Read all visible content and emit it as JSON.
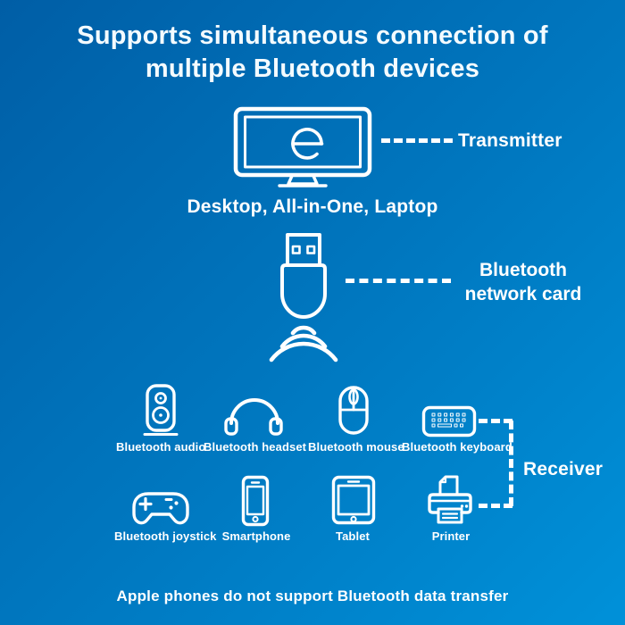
{
  "colors": {
    "bg_gradient_start": "#005EA6",
    "bg_gradient_mid": "#0077BF",
    "bg_gradient_end": "#0091D9",
    "foreground": "#FFFFFF"
  },
  "title": {
    "line1": "Supports simultaneous connection of",
    "line2": "multiple Bluetooth devices"
  },
  "transmitter": {
    "label": "Transmitter",
    "device_caption": "Desktop, All-in-One, Laptop",
    "icon": "monitor-with-e-logo-icon"
  },
  "adapter": {
    "label_line1": "Bluetooth",
    "label_line2": "network card",
    "icon": "usb-dongle-icon",
    "waves_icon": "wireless-signal-icon"
  },
  "receiver": {
    "label": "Receiver"
  },
  "devices": {
    "row1": [
      {
        "label": "Bluetooth audio",
        "icon": "speaker-icon"
      },
      {
        "label": "Bluetooth headset",
        "icon": "headset-icon"
      },
      {
        "label": "Bluetooth mouse",
        "icon": "mouse-icon"
      },
      {
        "label": "Bluetooth keyboard",
        "icon": "keyboard-icon"
      }
    ],
    "row2": [
      {
        "label": "Bluetooth joystick",
        "icon": "gamepad-icon"
      },
      {
        "label": "Smartphone",
        "icon": "smartphone-icon"
      },
      {
        "label": "Tablet",
        "icon": "tablet-icon"
      },
      {
        "label": "Printer",
        "icon": "printer-icon"
      }
    ]
  },
  "footer": {
    "note": "Apple phones do not support Bluetooth data transfer"
  }
}
